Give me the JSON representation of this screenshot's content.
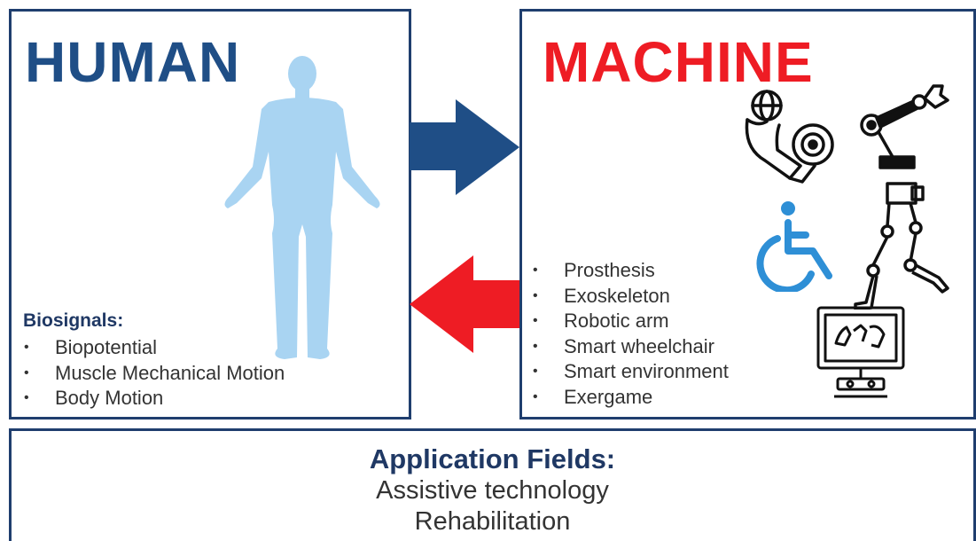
{
  "human": {
    "title": "HUMAN",
    "biosignals_heading": "Biosignals:",
    "biosignals": [
      "Biopotential",
      "Muscle Mechanical Motion",
      "Body Motion"
    ]
  },
  "machine": {
    "title": "MACHINE",
    "devices": [
      "Prosthesis",
      "Exoskeleton",
      "Robotic arm",
      "Smart wheelchair",
      "Smart environment",
      "Exergame"
    ],
    "icons": [
      "prosthetic-hand-icon",
      "robotic-arm-icon",
      "wheelchair-icon",
      "exoskeleton-icon",
      "exergame-monitor-icon"
    ]
  },
  "application": {
    "heading": "Application Fields:",
    "fields": [
      "Assistive technology",
      "Rehabilitation"
    ]
  },
  "colors": {
    "border": "#1f3e6e",
    "human_title": "#1f4e86",
    "machine_title": "#ee1c24",
    "arrow_right": "#1f4e86",
    "arrow_left": "#ee1c24",
    "body_figure": "#a9d4f2",
    "wheelchair": "#2e8fd6"
  }
}
